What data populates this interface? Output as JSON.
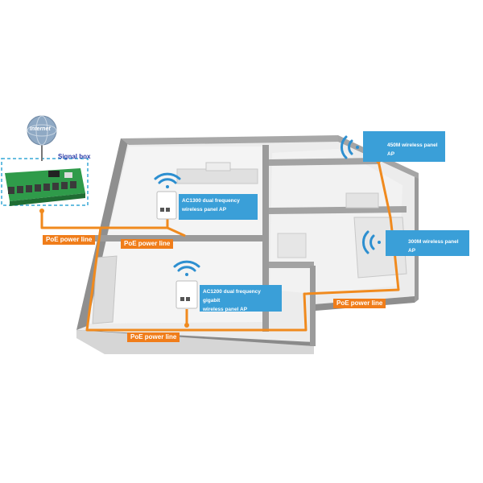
{
  "source_box": {
    "internet_label": "Internet",
    "title": "Signal box"
  },
  "devices": [
    {
      "id": "ap1",
      "label_line1": "AC1300 dual frequency",
      "label_line2": "wireless panel AP"
    },
    {
      "id": "ap2",
      "label_line1": "AC1200 dual frequency gigabit",
      "label_line2": "wireless panel AP"
    },
    {
      "id": "ap3",
      "label_line1": "450M wireless panel AP",
      "label_line2": ""
    },
    {
      "id": "ap4",
      "label_line1": "300M wireless panel AP",
      "label_line2": ""
    }
  ],
  "poe_labels": [
    "PoE power line",
    "PoE power line",
    "PoE power line",
    "PoE power line"
  ],
  "colors": {
    "poe_line": "#f08a1e",
    "label_blue": "#3a9fd8",
    "label_orange": "#f07d1a",
    "wall": "#9a9a9a",
    "floor": "#e4e4e4",
    "signal_title": "#2b3aa8"
  }
}
